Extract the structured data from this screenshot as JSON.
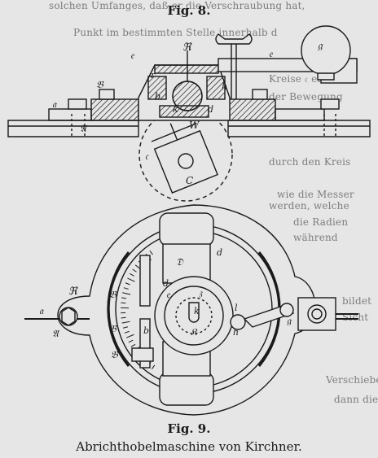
{
  "fig8": {
    "title": "Fig. 8.",
    "labels": {
      "R": "ℜ",
      "e": "𝔢",
      "r": "r",
      "B": "𝔅",
      "b": "b",
      "a": "𝔞",
      "A": "𝔄",
      "W": "W",
      "d": "d",
      "k": "k",
      "c": "𝔠",
      "C": "C",
      "g": "𝔤",
      "h": "h"
    }
  },
  "fig9": {
    "title": "Fig. 9.",
    "labels": {
      "R": "ℜ",
      "a": "𝔞",
      "A": "𝔄",
      "D": "𝔇",
      "d": "d",
      "e": "𝔢",
      "z": "𝔷",
      "B": "𝔅",
      "b": "b",
      "h": "h",
      "g": "𝔤",
      "K": "𝔎",
      "k": "k",
      "l": "l"
    }
  },
  "caption": "Abrichthobelmaschine von Kirchner.",
  "bleed_lines": [
    "solchen Umfanges, daß er die Verschraubung hat,",
    "Punkt im bestimmten Stelle innerhalb d",
    "Kreise 𝔠 erhält",
    "der Bewegung",
    "durch den Kreis",
    "wie die Messer",
    "werden, welche",
    "die Radien",
    "während",
    "bildet",
    "Sicht",
    "Verschieben",
    "dann die"
  ]
}
